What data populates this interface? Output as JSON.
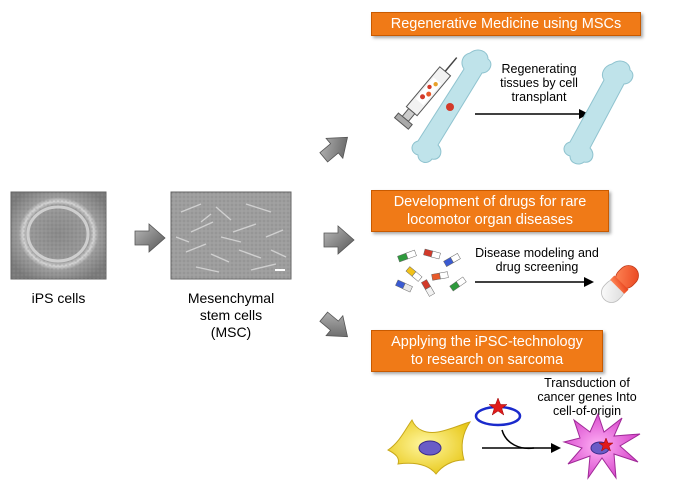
{
  "left": {
    "ips_label": "iPS cells",
    "msc_label_1": "Mesenchymal",
    "msc_label_2": "stem cells",
    "msc_label_3": "(MSC)"
  },
  "panel1": {
    "title": "Regenerative Medicine using MSCs",
    "caption_1": "Regenerating",
    "caption_2": "tissues by cell",
    "caption_3": "transplant"
  },
  "panel2": {
    "title_1": "Development of drugs for rare",
    "title_2": "locomotor organ diseases",
    "caption_1": "Disease modeling and",
    "caption_2": "drug screening"
  },
  "panel3": {
    "title_1": "Applying the iPSC-technology",
    "title_2": "to research on sarcoma",
    "caption_1": "Transduction of",
    "caption_2": "cancer genes Into",
    "caption_3": "cell-of-origin"
  },
  "colors": {
    "orange": "#f07a17",
    "bone": "#bfe3ea",
    "cell_yellow": "#f5e23a",
    "cell_magenta": "#e85ad8",
    "nucleus": "#6a5cc7"
  }
}
